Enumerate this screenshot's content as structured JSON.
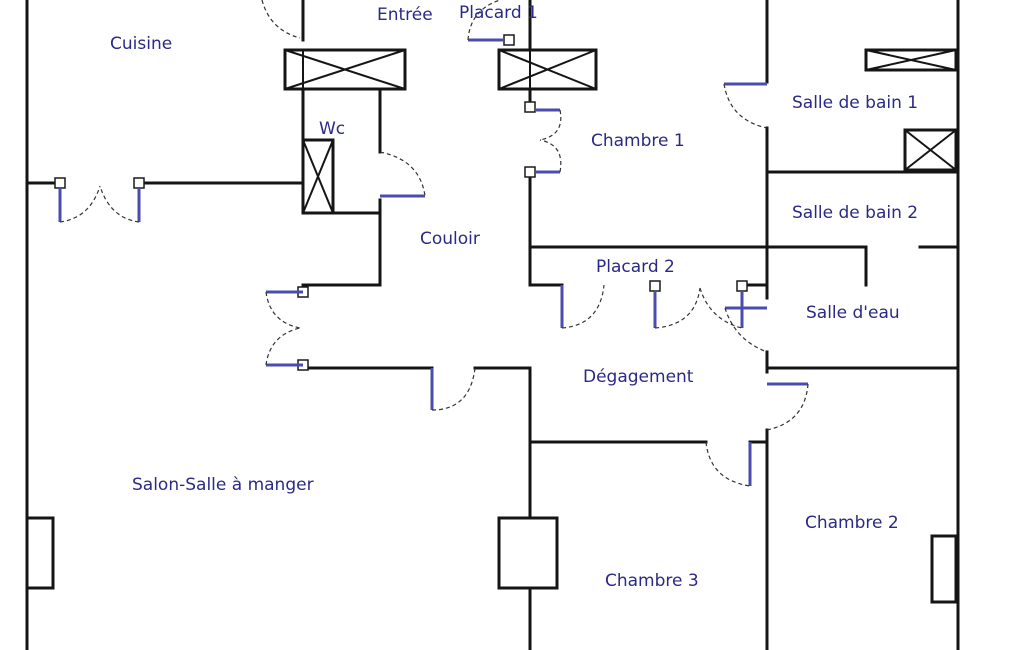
{
  "rooms": {
    "cuisine": "Cuisine",
    "entree": "Entrée",
    "placard1": "Placard 1",
    "wc": "Wc",
    "chambre1": "Chambre 1",
    "sdb1": "Salle de bain 1",
    "sdb2": "Salle de bain 2",
    "couloir": "Couloir",
    "placard2": "Placard 2",
    "salle_eau": "Salle d'eau",
    "degagement": "Dégagement",
    "salon": "Salon-Salle à manger",
    "chambre2": "Chambre 2",
    "chambre3": "Chambre 3"
  },
  "colors": {
    "label": "#2a2a86",
    "wall": "#141414",
    "door": "#4b4bb0"
  }
}
